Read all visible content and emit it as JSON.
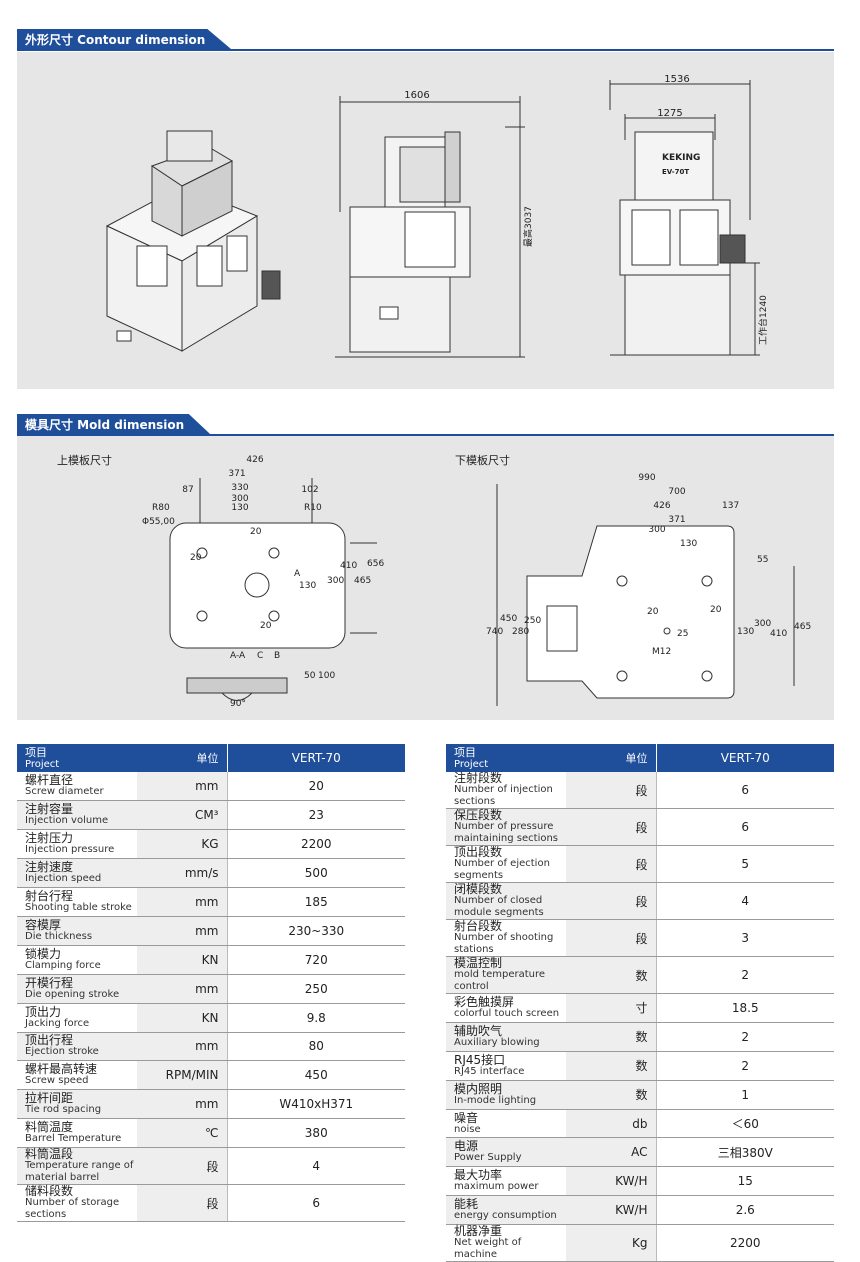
{
  "sections": {
    "contour": "外形尺寸 Contour dimension",
    "mold": "模具尺寸 Mold dimension"
  },
  "contour_dims": {
    "side_width": "1606",
    "side_height": "最高3037",
    "front_width_outer": "1536",
    "front_width_inner": "1275",
    "table_height": "工作台1240",
    "brand": "KEKING",
    "model_label": "EV-70T"
  },
  "mold_dims": {
    "upper_title": "上模板尺寸",
    "lower_title": "下模板尺寸",
    "upper": [
      "426",
      "371",
      "330",
      "300",
      "130",
      "87",
      "102",
      "R80",
      "R10",
      "Φ55,00",
      "20",
      "20",
      "20",
      "410",
      "300",
      "130",
      "656",
      "465",
      "A-A",
      "C",
      "B",
      "50",
      "100",
      "90°",
      "A"
    ],
    "lower": [
      "990",
      "700",
      "426",
      "371",
      "300",
      "137",
      "130",
      "55",
      "20",
      "20",
      "25",
      "M12",
      "450",
      "250",
      "740",
      "280",
      "130",
      "300",
      "410",
      "465"
    ]
  },
  "left_table": {
    "header": {
      "project_cn": "项目",
      "project_en": "Project",
      "unit": "单位",
      "model": "VERT-70"
    },
    "rows": [
      {
        "cn": "螺杆直径",
        "en": "Screw diameter",
        "unit": "mm",
        "value": "20"
      },
      {
        "cn": "注射容量",
        "en": "Injection volume",
        "unit": "CM³",
        "value": "23"
      },
      {
        "cn": "注射压力",
        "en": "Injection pressure",
        "unit": "KG",
        "value": "2200"
      },
      {
        "cn": "注射速度",
        "en": "Injection speed",
        "unit": "mm/s",
        "value": "500"
      },
      {
        "cn": "射台行程",
        "en": "Shooting table stroke",
        "unit": "mm",
        "value": "185"
      },
      {
        "cn": "容模厚",
        "en": "Die thickness",
        "unit": "mm",
        "value": "230~330"
      },
      {
        "cn": "锁模力",
        "en": "Clamping force",
        "unit": "KN",
        "value": "720"
      },
      {
        "cn": "开模行程",
        "en": "Die opening stroke",
        "unit": "mm",
        "value": "250"
      },
      {
        "cn": "顶出力",
        "en": "Jacking force",
        "unit": "KN",
        "value": "9.8"
      },
      {
        "cn": "顶出行程",
        "en": "Ejection stroke",
        "unit": "mm",
        "value": "80"
      },
      {
        "cn": "螺杆最高转速",
        "en": "Screw speed",
        "unit": "RPM/MIN",
        "value": "450"
      },
      {
        "cn": "拉杆间距",
        "en": "Tie rod spacing",
        "unit": "mm",
        "value": "W410xH371"
      },
      {
        "cn": "料筒温度",
        "en": "Barrel Temperature",
        "unit": "℃",
        "value": "380"
      },
      {
        "cn": "料筒温段",
        "en": "Temperature range of material barrel",
        "unit": "段",
        "value": "4"
      },
      {
        "cn": "储料段数",
        "en": "Number of storage sections",
        "unit": "段",
        "value": "6"
      }
    ]
  },
  "right_table": {
    "header": {
      "project_cn": "项目",
      "project_en": "Project",
      "unit": "单位",
      "model": "VERT-70"
    },
    "rows": [
      {
        "cn": "注射段数",
        "en": "Number of injection sections",
        "unit": "段",
        "value": "6"
      },
      {
        "cn": "保压段数",
        "en": "Number of pressure maintaining sections",
        "unit": "段",
        "value": "6"
      },
      {
        "cn": "顶出段数",
        "en": "Number of ejection segments",
        "unit": "段",
        "value": "5"
      },
      {
        "cn": "闭模段数",
        "en": "Number of closed module segments",
        "unit": "段",
        "value": "4"
      },
      {
        "cn": "射台段数",
        "en": "Number of shooting stations",
        "unit": "段",
        "value": "3"
      },
      {
        "cn": "模温控制",
        "en": "mold temperature control",
        "unit": "数",
        "value": "2"
      },
      {
        "cn": "彩色触摸屏",
        "en": "colorful touch screen",
        "unit": "寸",
        "value": "18.5"
      },
      {
        "cn": "辅助吹气",
        "en": "Auxiliary blowing",
        "unit": "数",
        "value": "2"
      },
      {
        "cn": "RJ45接口",
        "en": "RJ45 interface",
        "unit": "数",
        "value": "2"
      },
      {
        "cn": "模内照明",
        "en": "In-mode lighting",
        "unit": "数",
        "value": "1"
      },
      {
        "cn": "噪音",
        "en": "noise",
        "unit": "db",
        "value": "＜60"
      },
      {
        "cn": "电源",
        "en": "Power Supply",
        "unit": "AC",
        "value": "三相380V"
      },
      {
        "cn": "最大功率",
        "en": "maximum power",
        "unit": "KW/H",
        "value": "15"
      },
      {
        "cn": "能耗",
        "en": "energy consumption",
        "unit": "KW/H",
        "value": "2.6"
      },
      {
        "cn": "机器净重",
        "en": "Net weight of machine",
        "unit": "Kg",
        "value": "2200"
      }
    ]
  }
}
